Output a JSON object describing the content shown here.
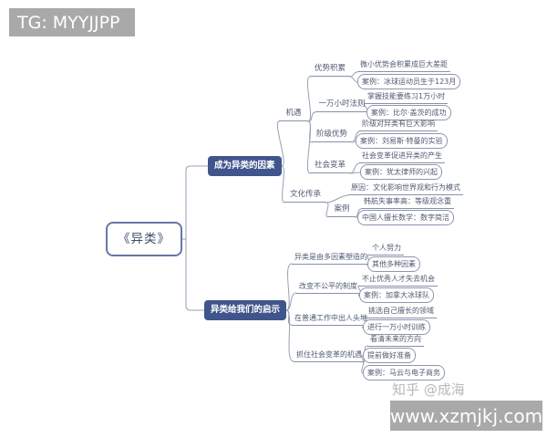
{
  "watermarks": {
    "telegram": "TG: MYYJJPP",
    "zhihu": "知乎 @成海",
    "site": "www.xzmjkj.com"
  },
  "colors": {
    "branch_fill": "#40558c",
    "root_border": "#6678a2",
    "connector_line": "#97a0b4",
    "topic_text": "#4f5a73",
    "watermark_bg": "#a9a9a9"
  },
  "map": {
    "root": "《异类》",
    "branches": [
      {
        "label": "成为异类的因素",
        "children": [
          {
            "label": "机遇",
            "children": [
              {
                "label": "优势积累",
                "children": [
                  {
                    "label": "微小优势会积累成巨大差距"
                  },
                  {
                    "label": "案例：冰球运动员生于123月"
                  }
                ]
              },
              {
                "label": "一万小时法则",
                "children": [
                  {
                    "label": "掌握技能要练习1万小时"
                  },
                  {
                    "label": "案例：比尔·盖茨的成功"
                  }
                ]
              },
              {
                "label": "阶级优势",
                "children": [
                  {
                    "label": "阶级对异类有巨大影响"
                  },
                  {
                    "label": "案例：刘易斯·特曼的实验"
                  }
                ]
              },
              {
                "label": "社会变革",
                "children": [
                  {
                    "label": "社会变革促进异类的产生"
                  },
                  {
                    "label": "案例：犹太律师的兴起"
                  }
                ]
              }
            ]
          },
          {
            "label": "文化传承",
            "children": [
              {
                "label": "原因：文化影响世界观和行为模式"
              },
              {
                "label": "案例",
                "children": [
                  {
                    "label": "韩航失事率高：等级观念重"
                  },
                  {
                    "label": "中国人擅长数学：数字简洁"
                  }
                ]
              }
            ]
          }
        ]
      },
      {
        "label": "异类给我们的启示",
        "children": [
          {
            "label": "异类是由多因素塑造的",
            "children": [
              {
                "label": "个人努力"
              },
              {
                "label": "其他多种因素"
              }
            ]
          },
          {
            "label": "改变不公平的制度",
            "children": [
              {
                "label": "不止优秀人才失去机会"
              },
              {
                "label": "案例：加拿大冰球队"
              }
            ]
          },
          {
            "label": "在普通工作中出人头地",
            "children": [
              {
                "label": "挑选自己擅长的领域"
              },
              {
                "label": "进行一万小时训练"
              }
            ]
          },
          {
            "label": "抓住社会变革的机遇",
            "children": [
              {
                "label": "看清未来的方向"
              },
              {
                "label": "提前做好准备"
              },
              {
                "label": "案例：马云与电子商务"
              }
            ]
          }
        ]
      }
    ]
  }
}
